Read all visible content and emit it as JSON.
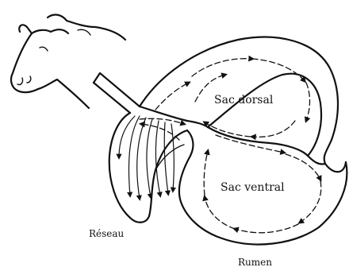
{
  "labels": {
    "dorsal": "Sac dorsal",
    "ventral": "Sac ventral",
    "reseau": "Réseau",
    "rumen": "Rumen"
  },
  "icons": {
    "cow": "cow-head-icon"
  },
  "colors": {
    "ink": "#111111",
    "background": "#ffffff"
  }
}
